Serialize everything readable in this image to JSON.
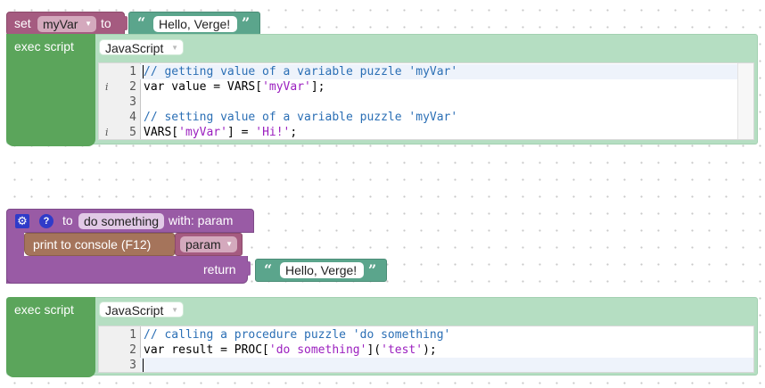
{
  "group1": {
    "set_keyword": "set",
    "var_name": "myVar",
    "to_keyword": "to",
    "string_value": "Hello, Verge!",
    "exec_label": "exec script",
    "lang": "JavaScript",
    "lines": [
      {
        "num": "1",
        "info": "",
        "parts": [
          {
            "t": "// getting value of a variable puzzle 'myVar'",
            "c": "cmt"
          }
        ]
      },
      {
        "num": "2",
        "info": "i",
        "parts": [
          {
            "t": "var value = VARS[",
            "c": ""
          },
          {
            "t": "'myVar'",
            "c": "str"
          },
          {
            "t": "];",
            "c": ""
          }
        ]
      },
      {
        "num": "3",
        "info": "",
        "parts": []
      },
      {
        "num": "4",
        "info": "",
        "parts": [
          {
            "t": "// setting value of a variable puzzle 'myVar'",
            "c": "cmt"
          }
        ]
      },
      {
        "num": "5",
        "info": "i",
        "parts": [
          {
            "t": "VARS[",
            "c": ""
          },
          {
            "t": "'myVar'",
            "c": "str"
          },
          {
            "t": "] = ",
            "c": ""
          },
          {
            "t": "'Hi!'",
            "c": "str"
          },
          {
            "t": ";",
            "c": ""
          }
        ]
      }
    ]
  },
  "group2": {
    "help_glyph": "?",
    "gear_glyph": "⚙",
    "to_keyword": "to",
    "proc_name": "do something",
    "with_label": "with: param",
    "print_label": "print to console (F12)",
    "param_var": "param",
    "return_label": "return",
    "return_value": "Hello, Verge!"
  },
  "group3": {
    "exec_label": "exec script",
    "lang": "JavaScript",
    "lines": [
      {
        "num": "1",
        "info": "",
        "parts": [
          {
            "t": "// calling a procedure puzzle 'do something'",
            "c": "cmt"
          }
        ]
      },
      {
        "num": "2",
        "info": "",
        "parts": [
          {
            "t": "var result = PROC[",
            "c": ""
          },
          {
            "t": "'do something'",
            "c": "str"
          },
          {
            "t": "](",
            "c": ""
          },
          {
            "t": "'test'",
            "c": "str"
          },
          {
            "t": ");",
            "c": ""
          }
        ]
      },
      {
        "num": "3",
        "info": "",
        "parts": []
      }
    ]
  },
  "colors": {
    "variables": "#a55b80",
    "text": "#5ba58c",
    "code": "#5ba55b",
    "procedure": "#995ba5",
    "print": "#a5745b"
  }
}
